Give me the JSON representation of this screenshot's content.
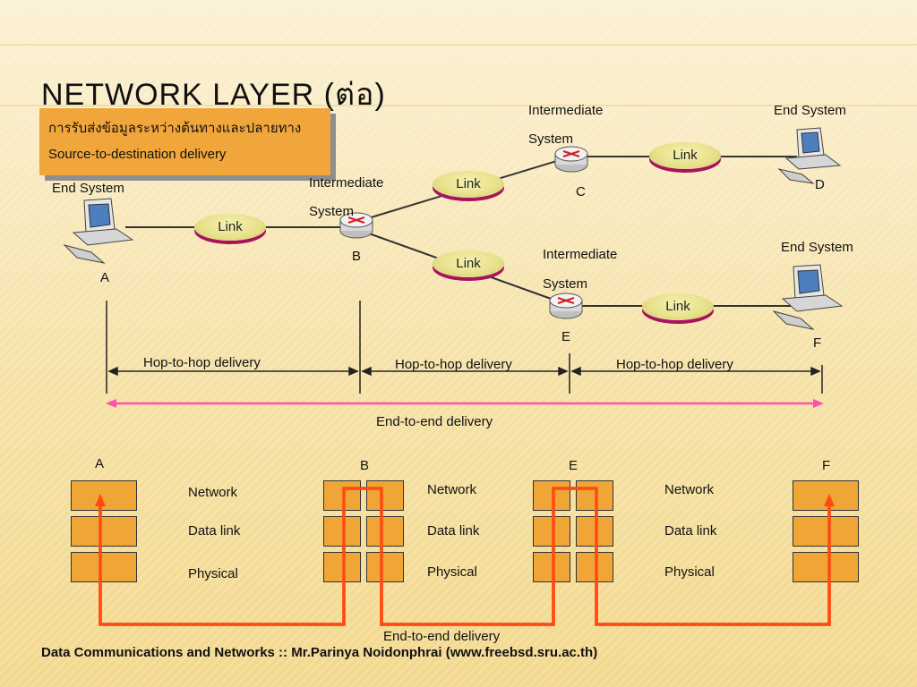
{
  "title": "NETWORK LAYER  (ต่อ)",
  "subtitle": {
    "thai": "การรับส่งข้อมูลระหว่างต้นทางและปลายทาง",
    "english": "Source-to-destination delivery"
  },
  "systems": {
    "end_system": "End System",
    "intermediate_line1": "Intermediate",
    "intermediate_line2": "System"
  },
  "nodes": {
    "a": "A",
    "b": "B",
    "c": "C",
    "d": "D",
    "e": "E",
    "f": "F"
  },
  "link_label": "Link",
  "delivery": {
    "hop": "Hop-to-hop delivery",
    "end_to_end": "End-to-end delivery"
  },
  "layers": {
    "network": "Network",
    "data_link": "Data link",
    "physical": "Physical"
  },
  "footer": "Data Communications and Networks :: Mr.Parinya Noidonphrai (www.freebsd.sru.ac.th)",
  "colors": {
    "layer_box": "#f0a637",
    "path": "#ff4a12",
    "end_to_end_arrow": "#ff4fb0",
    "link_shadow": "#a8125e"
  }
}
